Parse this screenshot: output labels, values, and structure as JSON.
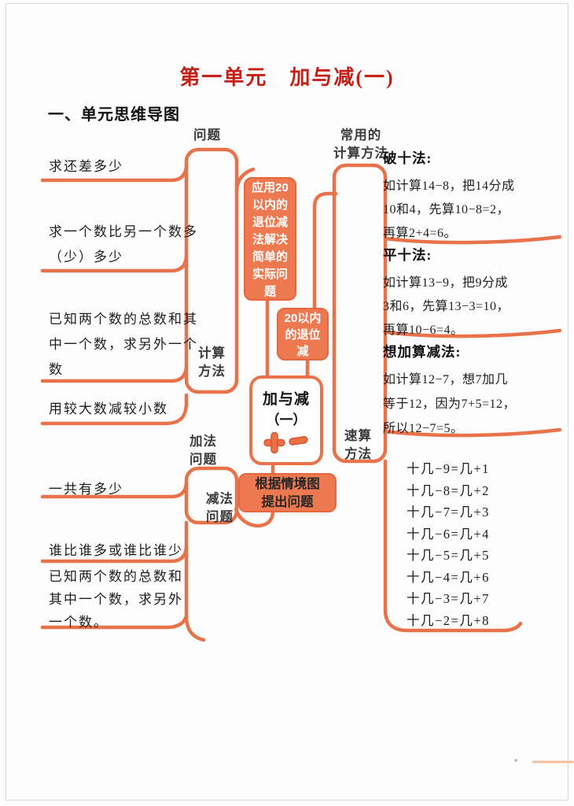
{
  "page": {
    "title": "第一单元　加与减(一)",
    "heading": "一、单元思维导图"
  },
  "root": {
    "line1": "加与减",
    "line2": "（一）"
  },
  "nodes": {
    "apply": {
      "lines": [
        "应用20",
        "以内的",
        "退位减",
        "法解决",
        "简单的",
        "实际问",
        "题"
      ]
    },
    "within20": {
      "lines": [
        "20以内",
        "的退位",
        "减"
      ]
    },
    "scene": {
      "lines": [
        "根据情境图",
        "提出问题"
      ]
    }
  },
  "labels": {
    "problem": "问题",
    "calc_method": {
      "lines": [
        "计算",
        "方法"
      ]
    },
    "add_problem": {
      "lines": [
        "加法",
        "问题"
      ]
    },
    "sub_problem": {
      "lines": [
        "减法",
        "问题"
      ]
    },
    "common_method": {
      "lines": [
        "常用的",
        "计算方法"
      ]
    },
    "quick_method": {
      "lines": [
        "速算",
        "方法"
      ]
    }
  },
  "left_items": [
    {
      "lines": [
        "求还差多少"
      ]
    },
    {
      "lines": [
        "求一个数比另一个数多",
        "（少）多少"
      ]
    },
    {
      "lines": [
        "已知两个数的总数和其",
        "中一个数，求另外一个",
        "数"
      ]
    },
    {
      "lines": [
        "用较大数减较小数"
      ]
    },
    {
      "lines": [
        "一共有多少"
      ]
    },
    {
      "lines": [
        "谁比谁多或谁比谁少"
      ]
    },
    {
      "lines": [
        "已知两个数的总数和",
        "其中一个数，求另外",
        "一个数。"
      ]
    }
  ],
  "methods": [
    {
      "name": "破十法:",
      "lines": [
        "如计算14−8，把14分成",
        "10和4，先算10−8=2，",
        "再算2+4=6。"
      ]
    },
    {
      "name": "平十法:",
      "lines": [
        "如计算13−9，把9分成",
        "3和6，先算13−3=10，",
        "再算10−6=4。"
      ]
    },
    {
      "name": "想加算减法:",
      "lines": [
        "如计算12−7，想7加几",
        "等于12，因为7+5=12，",
        "所以12−7=5。"
      ]
    }
  ],
  "formulas": [
    "十几−9=几+1",
    "十几−8=几+2",
    "十几−7=几+3",
    "十几−6=几+4",
    "十几−5=几+5",
    "十几−4=几+6",
    "十几−3=几+7",
    "十几−2=几+8"
  ],
  "colors": {
    "accent_stroke": "#E8734B",
    "accent_fill": "#EE7950",
    "title_red": "#C42018"
  }
}
